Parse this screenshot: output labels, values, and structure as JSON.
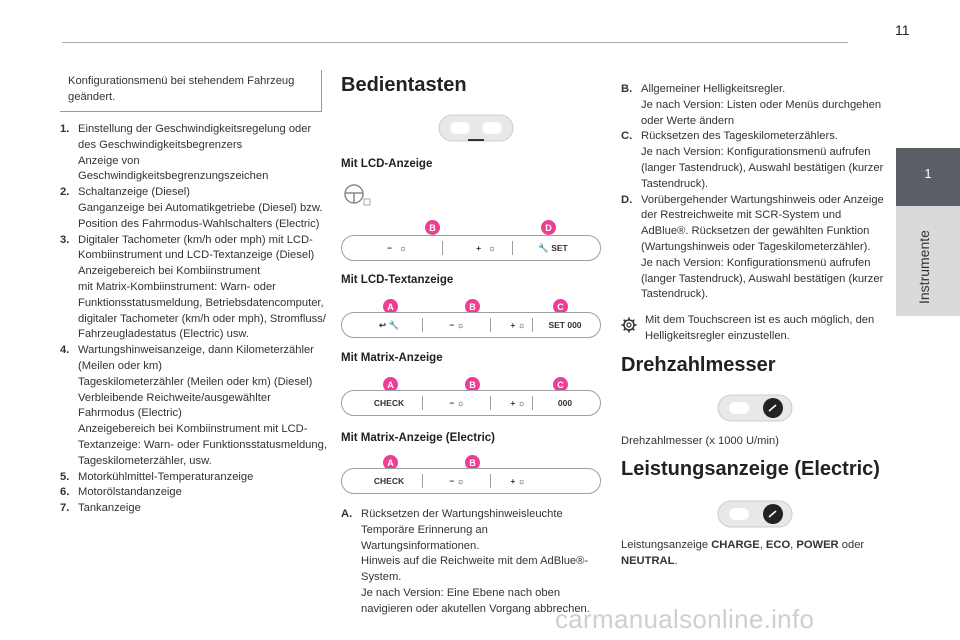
{
  "page": {
    "number": "11"
  },
  "side_tab": {
    "number": "1",
    "title": "Instrumente"
  },
  "note_box": {
    "text": "Konfigurationsmenü bei stehendem Fahrzeug geändert."
  },
  "numbered_list": [
    {
      "n": "1.",
      "text": "Einstellung der Geschwindigkeitsregelung oder des Geschwindigkeitsbegrenzers\nAnzeige von Geschwindigkeitsbegrenzungszeichen"
    },
    {
      "n": "2.",
      "text": "Schaltanzeige (Diesel)\nGanganzeige bei Automatikgetriebe (Diesel) bzw. Position des Fahrmodus-Wahlschalters (Electric)"
    },
    {
      "n": "3.",
      "text": "Digitaler Tachometer (km/h oder mph) mit LCD-Kombiinstrument und LCD-Textanzeige (Diesel)\nAnzeigebereich bei Kombiinstrument\nmit Matrix-Kombiinstrument: Warn- oder Funktionsstatusmeldung, Betriebsdatencomputer, digitaler Tachometer (km/h oder mph), Stromfluss/ Fahrzeugladestatus (Electric) usw."
    },
    {
      "n": "4.",
      "text": "Wartungshinweisanzeige, dann Kilometerzähler (Meilen oder km)\nTageskilometerzähler (Meilen oder km) (Diesel)\nVerbleibende Reichweite/ausgewählter Fahrmodus (Electric)\nAnzeigebereich bei Kombiinstrument mit LCD-Textanzeige: Warn- oder Funktionsstatusmeldung, Tageskilometerzähler, usw."
    },
    {
      "n": "5.",
      "text": "Motorkühlmittel-Temperaturanzeige"
    },
    {
      "n": "6.",
      "text": "Motorölstandanzeige"
    },
    {
      "n": "7.",
      "text": "Tankanzeige"
    }
  ],
  "controls": {
    "heading": "Bedientasten",
    "lcd_heading": "Mit LCD-Anzeige",
    "lcd_text_heading": "Mit LCD-Textanzeige",
    "matrix_heading": "Mit Matrix-Anzeige",
    "matrix_electric_heading": "Mit Matrix-Anzeige (Electric)",
    "bars": {
      "lcd": {
        "minus": "−",
        "plus": "+",
        "set": "SET",
        "markers": [
          "B",
          "D"
        ]
      },
      "lcd_text": {
        "minus": "−",
        "plus": "+",
        "set": "SET 000",
        "markers": [
          "A",
          "B",
          "C"
        ]
      },
      "matrix": {
        "check": "CHECK",
        "minus": "−",
        "plus": "+",
        "zero": "000",
        "markers": [
          "A",
          "B",
          "C"
        ]
      },
      "matrix_electric": {
        "check": "CHECK",
        "minus": "−",
        "plus": "+",
        "markers": [
          "A",
          "B"
        ]
      }
    }
  },
  "item_a": {
    "n": "A.",
    "text": "Rücksetzen der Wartungshinweisleuchte\nTemporäre Erinnerung an Wartungsinformationen.\nHinweis auf die Reichweite mit dem AdBlue®-System.\nJe nach Version: Eine Ebene nach oben navigieren oder akutellen Vorgang abbrechen."
  },
  "letter_list": [
    {
      "n": "B.",
      "text": "Allgemeiner Helligkeitsregler.\nJe nach Version: Listen oder Menüs durchgehen oder Werte ändern"
    },
    {
      "n": "C.",
      "text": "Rücksetzen des Tageskilometerzählers.\nJe nach Version: Konfigurationsmenü aufrufen (langer Tastendruck), Auswahl bestätigen (kurzer Tastendruck)."
    },
    {
      "n": "D.",
      "text": "Vorübergehender Wartungshinweis oder Anzeige der Restreichweite mit SCR-System und AdBlue®. Rücksetzen der gewählten Funktion (Wartungshinweis oder Tageskilometerzähler).\nJe nach Version: Konfigurationsmenü aufrufen (langer Tastendruck), Auswahl bestätigen (kurzer Tastendruck)."
    }
  ],
  "gear_note": {
    "text": "Mit dem Touchscreen ist es auch möglich, den Helligkeitsregler einzustellen."
  },
  "rpm": {
    "heading": "Drehzahlmesser",
    "text": "Drehzahlmesser (x 1000 U/min)"
  },
  "power": {
    "heading": "Leistungsanzeige (Electric)",
    "text_prefix": "Leistungsanzeige ",
    "charge": "CHARGE",
    "sep1": ", ",
    "eco": "ECO",
    "sep2": ", ",
    "power": "POWER",
    "or": " oder ",
    "neutral": "NEUTRAL",
    "end": "."
  },
  "watermark": "carmanualsonline.info"
}
